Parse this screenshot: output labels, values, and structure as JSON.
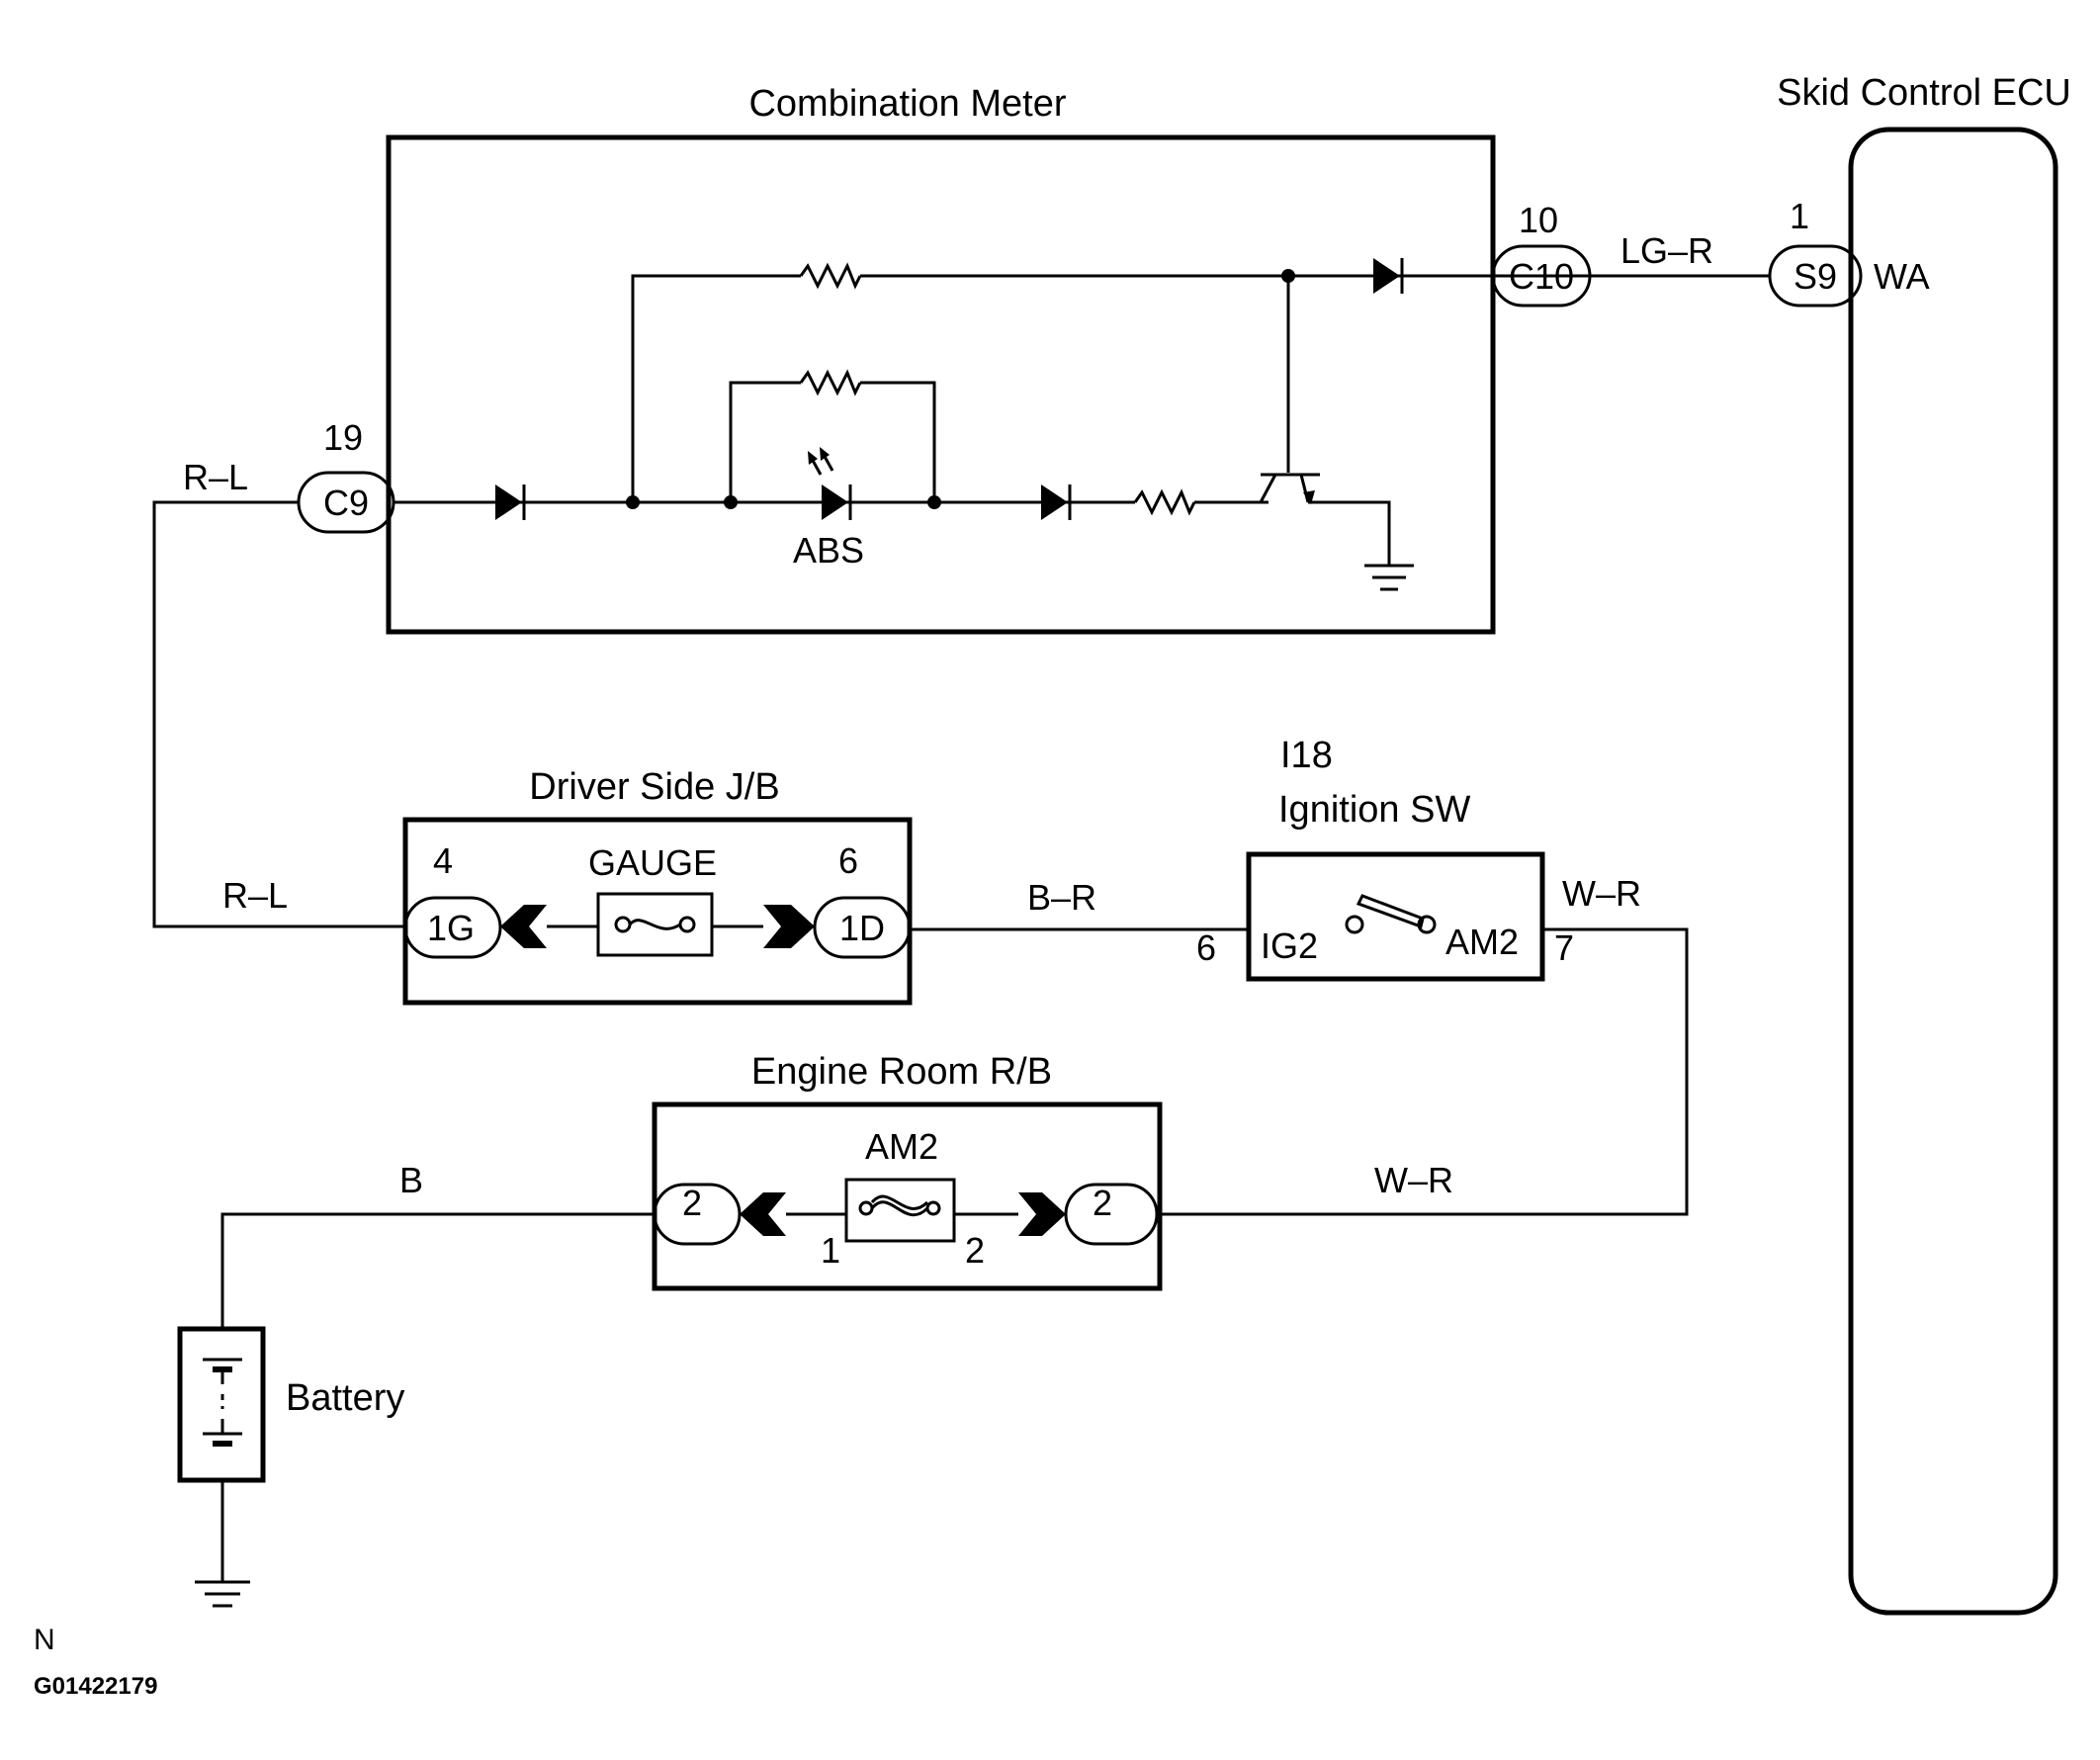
{
  "components": {
    "combination_meter": "Combination Meter",
    "skid_ecu": "Skid Control ECU",
    "driver_jb": "Driver Side J/B",
    "engine_rb": "Engine Room R/B",
    "ignition_code": "I18",
    "ignition_sw": "Ignition SW",
    "battery": "Battery"
  },
  "connectors": {
    "c9": "C9",
    "c9_pin": "19",
    "c10": "C10",
    "c10_pin": "10",
    "s9": "S9",
    "s9_pin": "1",
    "g1": "1G",
    "g1_pin": "4",
    "d1": "1D",
    "d1_pin": "6",
    "rb_left": "2",
    "rb_right": "2"
  },
  "labels": {
    "wa": "WA",
    "abs": "ABS",
    "gauge": "GAUGE",
    "am2_fuse": "AM2",
    "fuse_pin1": "1",
    "fuse_pin2": "2",
    "ig2": "IG2",
    "am2_sw": "AM2",
    "sw_pin6": "6",
    "sw_pin7": "7"
  },
  "wires": {
    "lg_r": "LG–R",
    "r_l_top": "R–L",
    "r_l_mid": "R–L",
    "b_r": "B–R",
    "w_r_top": "W–R",
    "w_r_bottom": "W–R",
    "b": "B"
  },
  "footer": {
    "letter": "N",
    "code": "G01422179"
  }
}
